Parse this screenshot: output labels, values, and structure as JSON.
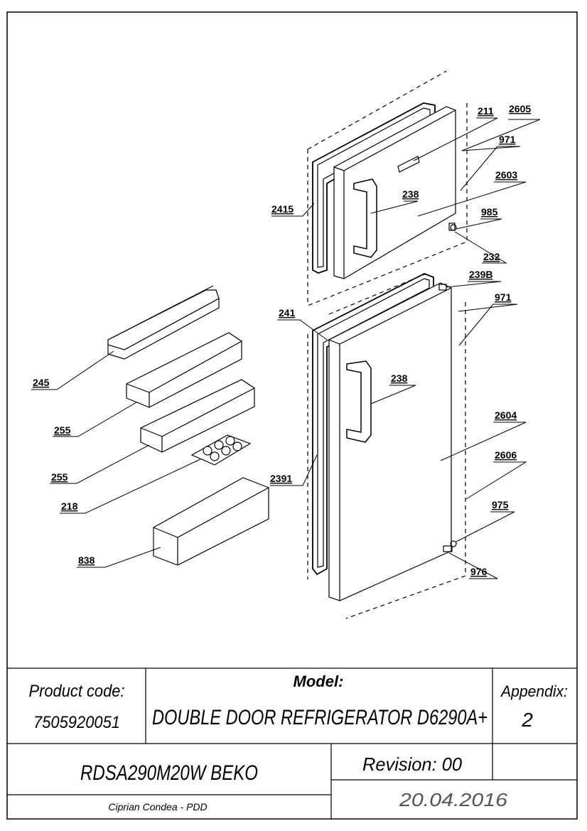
{
  "callouts": {
    "c211": "211",
    "c2605": "2605",
    "c971a": "971",
    "c2603": "2603",
    "c2415": "2415",
    "c238a": "238",
    "c985": "985",
    "c232": "232",
    "c239b": "239B",
    "c971b": "971",
    "c241": "241",
    "c238b": "238",
    "c245": "245",
    "c255a": "255",
    "c255b": "255",
    "c2604": "2604",
    "c2606": "2606",
    "c2391": "2391",
    "c218": "218",
    "c975": "975",
    "c838": "838",
    "c976": "976"
  },
  "title_block": {
    "product_code_label": "Product code:",
    "product_code": "7505920051",
    "model_label": "Model:",
    "model_name": "DOUBLE DOOR REFRIGERATOR D6290A+",
    "appendix_label": "Appendix:",
    "appendix_value": "2",
    "variant": "RDSA290M20W BEKO",
    "revision": "Revision: 00",
    "author": "Ciprian Condea - PDD",
    "date": "20.04.2016"
  }
}
